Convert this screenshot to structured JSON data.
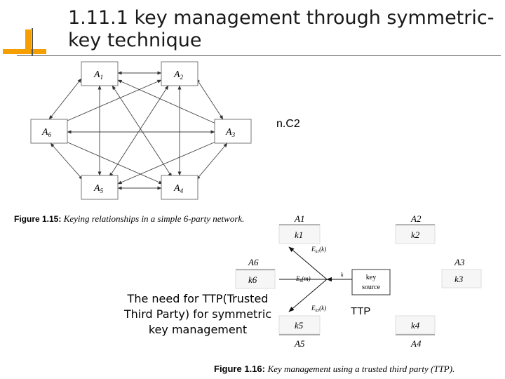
{
  "slide": {
    "title": "1.11.1 key management through symmetric-key technique",
    "note_nc2": "n.C2",
    "need_text": "The need for TTP(Trusted Third Party) for symmetric key management",
    "ttp_label": "TTP",
    "accent_color": "#f5a000",
    "rule_color": "#555555"
  },
  "figure15": {
    "nodes": [
      {
        "label": "A",
        "sub": "1"
      },
      {
        "label": "A",
        "sub": "2"
      },
      {
        "label": "A",
        "sub": "6"
      },
      {
        "label": "A",
        "sub": "3"
      },
      {
        "label": "A",
        "sub": "5"
      },
      {
        "label": "A",
        "sub": "4"
      }
    ],
    "caption_bold": "Figure 1.15:",
    "caption_text": "Keying relationships in a simple 6-party network."
  },
  "figure16": {
    "parties": [
      {
        "name": "A1",
        "key": "k1"
      },
      {
        "name": "A2",
        "key": "k2"
      },
      {
        "name": "A3",
        "key": "k3"
      },
      {
        "name": "A4",
        "key": "k4"
      },
      {
        "name": "A5",
        "key": "k5"
      },
      {
        "name": "A6",
        "key": "k6"
      }
    ],
    "key_source_line1": "key",
    "key_source_line2": "source",
    "arrow_k": "k",
    "label_e1": "E",
    "label_e1_sub": "k1",
    "label_e1_arg": "(k)",
    "label_e6": "E",
    "label_e6_sub": "k",
    "label_e6_arg": "(m)",
    "label_e5": "E",
    "label_e5_sub": "k5",
    "label_e5_arg": "(k)",
    "caption_bold": "Figure 1.16:",
    "caption_text": "Key management using a trusted third party (TTP)."
  }
}
